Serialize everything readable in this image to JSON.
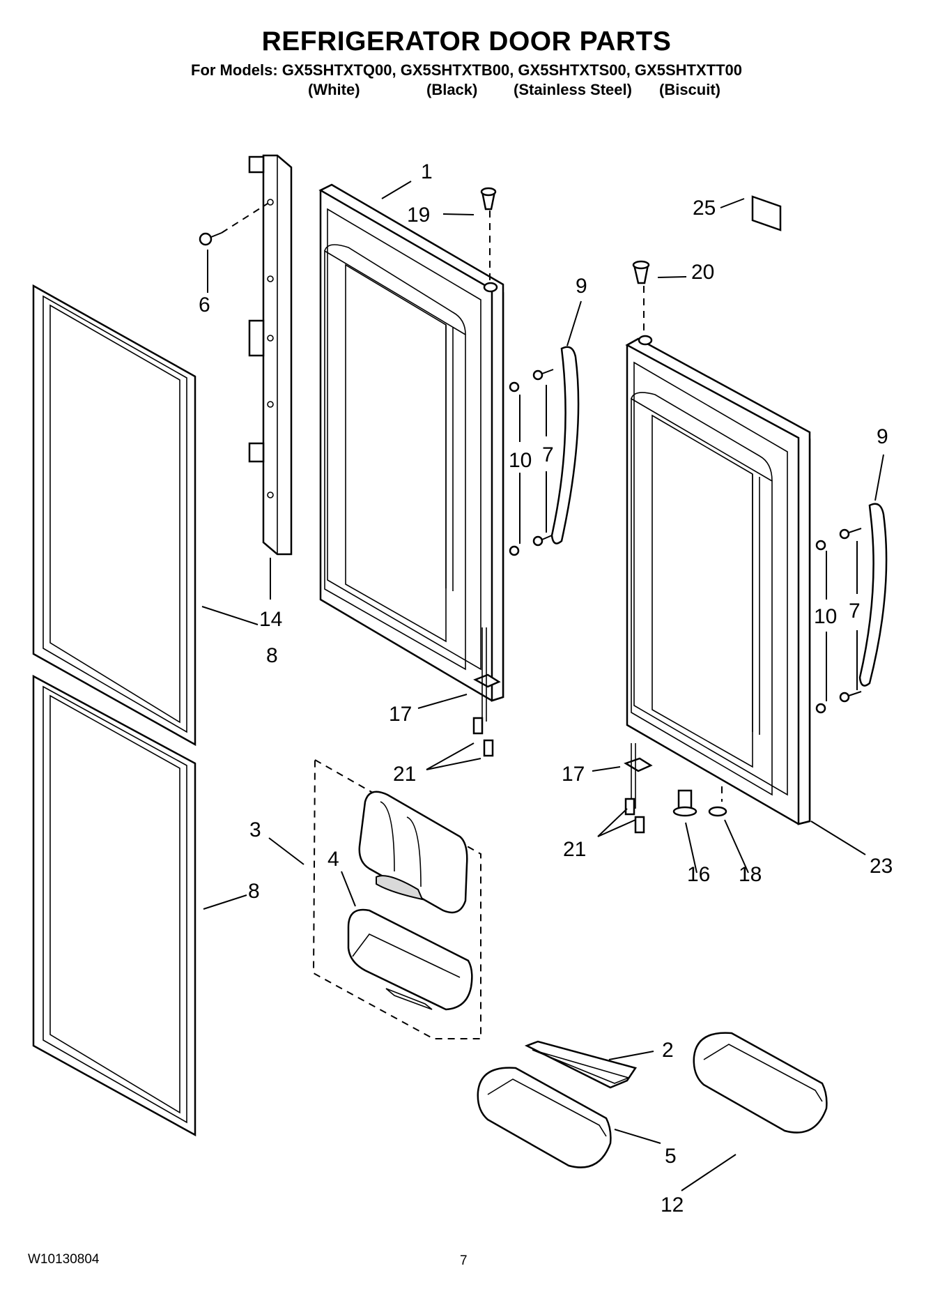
{
  "header": {
    "title": "REFRIGERATOR DOOR PARTS",
    "models_line": "For Models: GX5SHTXTQ00, GX5SHTXTB00, GX5SHTXTS00, GX5SHTXTT00",
    "variants": [
      "(White)",
      "(Black)",
      "(Stainless Steel)",
      "(Biscuit)"
    ]
  },
  "callouts": {
    "c1": "1",
    "c19": "19",
    "c25": "25",
    "c20": "20",
    "c6": "6",
    "c9a": "9",
    "c10a": "10",
    "c7a": "7",
    "c9b": "9",
    "c10b": "10",
    "c7b": "7",
    "c14": "14",
    "c8a": "8",
    "c17a": "17",
    "c21a": "21",
    "c17b": "17",
    "c3": "3",
    "c4": "4",
    "c8b": "8",
    "c21b": "21",
    "c16": "16",
    "c18": "18",
    "c23": "23",
    "c2": "2",
    "c5": "5",
    "c12": "12"
  },
  "footer": {
    "doc_code": "W10130804",
    "page_number": "7"
  }
}
